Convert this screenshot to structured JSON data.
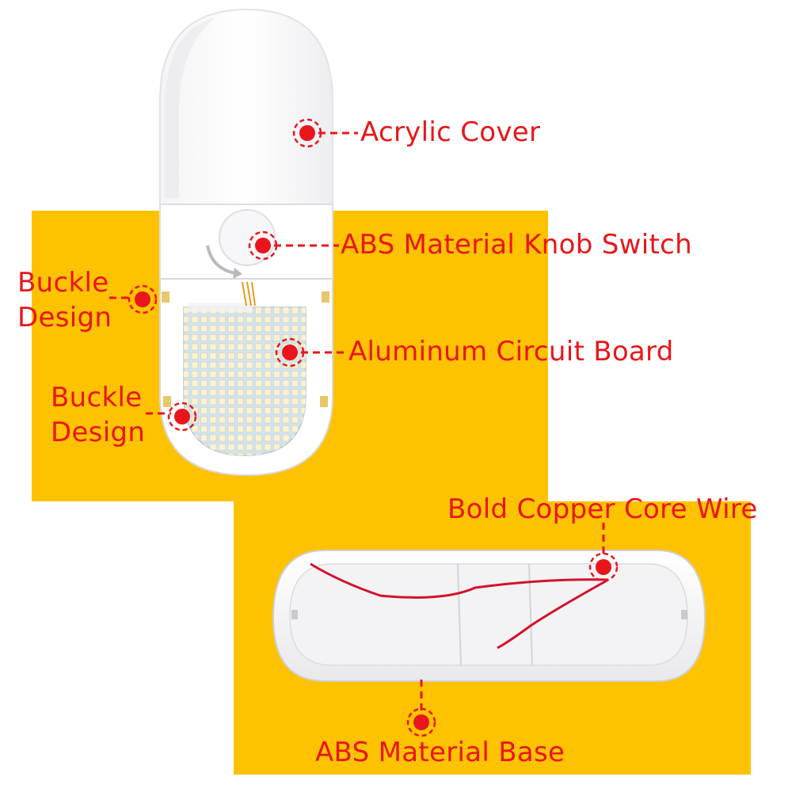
{
  "colors": {
    "panel": "#ffc200",
    "label": "#e8161b",
    "marker": "#e8161b",
    "led_board": "#cfe4f6",
    "led_chip": "#fbf2d3",
    "wire": "#d3122a"
  },
  "labels": {
    "acrylic_cover": "Acrylic Cover",
    "knob_switch": "ABS Material Knob Switch",
    "buckle_top_line1": "Buckle",
    "buckle_top_line2": "Design",
    "circuit_board": "Aluminum Circuit Board",
    "buckle_bottom_line1": "Buckle",
    "buckle_bottom_line2": "Design",
    "copper_wire": "Bold Copper Core Wire",
    "base": "ABS Material Base"
  },
  "icons": {
    "marker": "red-target-dot-icon",
    "knob_arrow": "rotate-arrow-icon"
  }
}
